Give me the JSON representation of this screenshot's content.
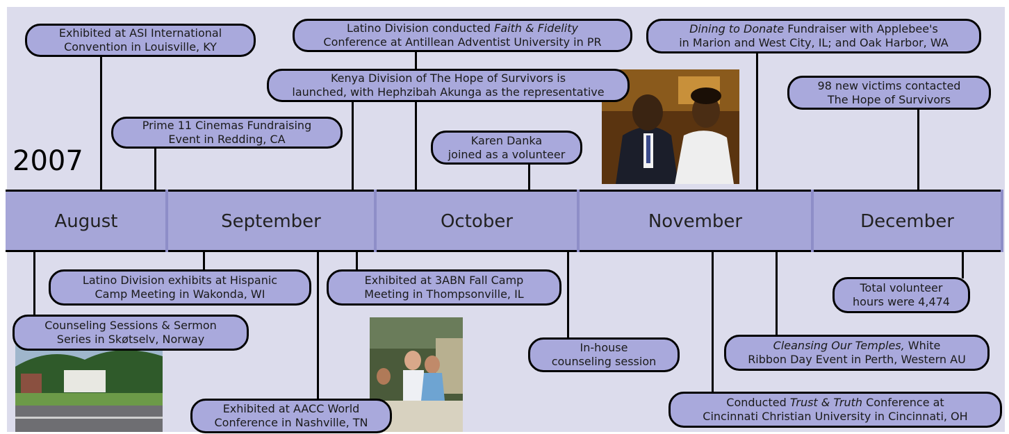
{
  "year": "2007",
  "months": [
    "August",
    "September",
    "October",
    "November",
    "December"
  ],
  "events_above": {
    "asi": [
      "Exhibited at ASI International",
      "Convention in Louisville, KY"
    ],
    "prime": [
      "Prime 11 Cinemas Fundraising",
      "Event in Redding, CA"
    ],
    "latino_conf": {
      "a": "Latino Division conducted ",
      "b": "Faith & Fidelity",
      "c": "Conference at Antillean Adventist University in PR"
    },
    "kenya": [
      "Kenya Division of The Hope of Survivors is",
      "launched, with Hephzibah Akunga as the representative"
    ],
    "karen": [
      "Karen Danka",
      "joined as a volunteer"
    ],
    "dining": {
      "a": "Dining to Donate",
      "b": " Fundraiser with Applebee's",
      "c": "in Marion and West City, IL; and Oak Harbor, WA"
    },
    "victims": [
      "98 new victims contacted",
      "The Hope of Survivors"
    ]
  },
  "events_below": {
    "hispanic": [
      "Latino Division exhibits at Hispanic",
      "Camp Meeting in Wakonda, WI"
    ],
    "norway": [
      "Counseling Sessions & Sermon",
      "Series in Skøtselv, Norway"
    ],
    "aacc": [
      "Exhibited at AACC World",
      "Conference in Nashville, TN"
    ],
    "threeabn": [
      "Exhibited at 3ABN Fall Camp",
      "Meeting in Thompsonville, IL"
    ],
    "inhouse": [
      "In-house",
      "counseling session"
    ],
    "cleansing": {
      "a": "Cleansing Our Temples,",
      "b": " White",
      "c": "Ribbon Day Event in Perth, Western AU"
    },
    "trust": {
      "a": "Conducted ",
      "b": "Trust & Truth",
      "c": " Conference at",
      "d": "Cincinnati Christian University in Cincinnati, OH"
    },
    "volunteer": [
      "Total volunteer",
      "hours were 4,474"
    ]
  },
  "colors": {
    "panel": "#dcdcec",
    "band": "#a6a6d8",
    "bubble": "#a9a9dc"
  }
}
